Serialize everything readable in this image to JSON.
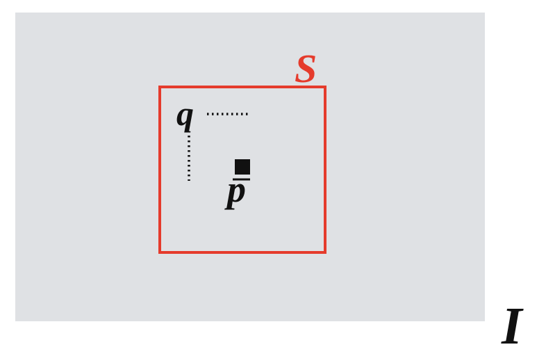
{
  "labels": {
    "image": "I",
    "window": "S",
    "center_pixel": "p",
    "neighbor_pixel": "q"
  },
  "colors": {
    "image_fill": "#dfe1e4",
    "window_stroke": "#e53b2c",
    "window_label": "#e53b2c",
    "text": "#111111",
    "center_marker": "#111111",
    "dotted_guides": "#111111",
    "background": "#ffffff"
  }
}
